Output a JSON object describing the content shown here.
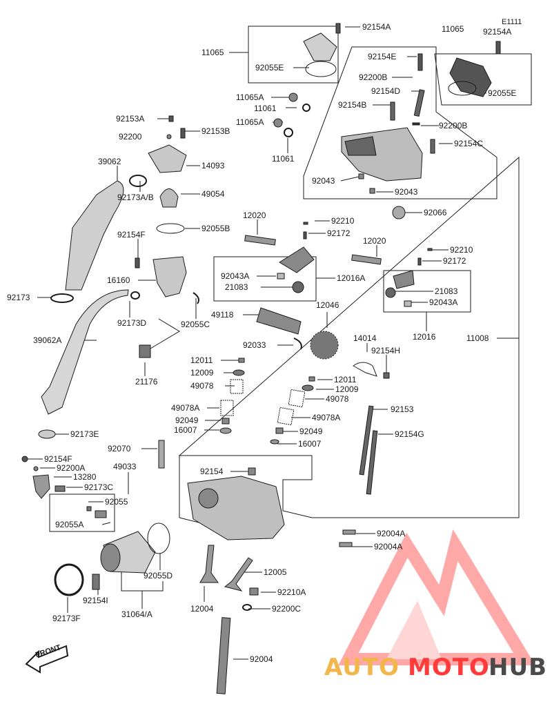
{
  "parts": {
    "p11065_top": "11065",
    "p92154A_top": "92154A",
    "p92055E_left": "92055E",
    "p11065_right": "11065",
    "pE1111": "E1111",
    "p92154A_right": "92154A",
    "p92055E_right": "92055E",
    "p92154E": "92154E",
    "p92200B_1": "92200B",
    "p92154D": "92154D",
    "p92154B": "92154B",
    "p92200B_2": "92200B",
    "p92154C": "92154C",
    "p92043_1": "92043",
    "p92043_2": "92043",
    "p11065A_1": "11065A",
    "p11061_1": "11061",
    "p11065A_2": "11065A",
    "p11061_2": "11061",
    "p92153A": "92153A",
    "p92200": "92200",
    "p92153B": "92153B",
    "p39062": "39062",
    "p14093": "14093",
    "p49054": "49054",
    "p92173AB": "92173A/B",
    "p92055B": "92055B",
    "p92066": "92066",
    "p12020_1": "12020",
    "p92210_1": "92210",
    "p92172_1": "92172",
    "p12020_2": "12020",
    "p92210_2": "92210",
    "p92172_2": "92172",
    "p92154F_top": "92154F",
    "p92043A_1": "92043A",
    "p21083_1": "21083",
    "p12016A": "12016A",
    "p21083_2": "21083",
    "p92043A_2": "92043A",
    "p16160": "16160",
    "p92173_left": "92173",
    "p92173D": "92173D",
    "p92055C": "92055C",
    "p49118": "49118",
    "p12046": "12046",
    "p12016": "12016",
    "p11008": "11008",
    "p39062A": "39062A",
    "p92033": "92033",
    "p14014": "14014",
    "p92154H": "92154H",
    "p21176": "21176",
    "p12011_1": "12011",
    "p12009_1": "12009",
    "p49078_1": "49078",
    "p12011_2": "12011",
    "p12009_2": "12009",
    "p49078_2": "49078",
    "p49078A_1": "49078A",
    "p92153": "92153",
    "p92049_1": "92049",
    "p49078A_2": "49078A",
    "p16007_1": "16007",
    "p92049_2": "92049",
    "p92154G": "92154G",
    "p16007_2": "16007",
    "p92173E": "92173E",
    "p92070": "92070",
    "p49033": "49033",
    "p92154F_low": "92154F",
    "p92200A": "92200A",
    "p13280": "13280",
    "p92173C": "92173C",
    "p92154": "92154",
    "p92055": "92055",
    "p92055A": "92055A",
    "p92004A_1": "92004A",
    "p92004A_2": "92004A",
    "p12005": "12005",
    "p92055D": "92055D",
    "p92210A": "92210A",
    "p92154I": "92154I",
    "p12004": "12004",
    "p92200C": "92200C",
    "p92173F": "92173F",
    "p31064A": "31064/A",
    "p92004": "92004"
  },
  "front_label": "FRONT",
  "watermark": {
    "part1": "AUTO",
    "part2": "MOTO",
    "part3": "HUB"
  },
  "colors": {
    "line": "#1a1a1a",
    "part_fill": "#d6d6d6",
    "part_dark": "#3a3a3a",
    "wm_red": "#ff3b3b",
    "wm_orange": "#f2b64a",
    "wm_grey": "#4a4a4a"
  }
}
